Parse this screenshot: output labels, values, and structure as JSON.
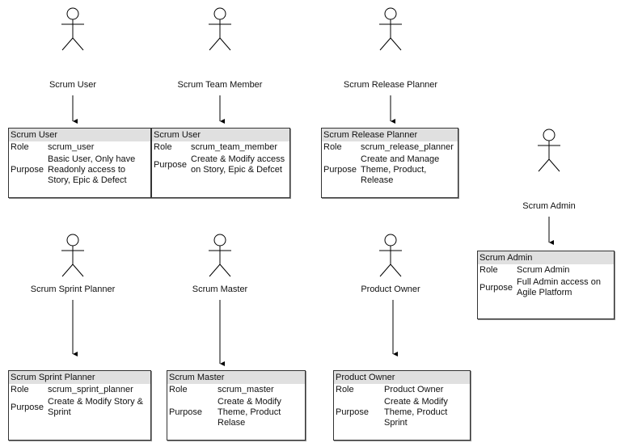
{
  "actors": [
    {
      "label": "Scrum User"
    },
    {
      "label": "Scrum Team Member"
    },
    {
      "label": "Scrum Release Planner"
    },
    {
      "label": "Scrum Admin"
    },
    {
      "label": "Scrum Sprint Planner"
    },
    {
      "label": "Scrum Master"
    },
    {
      "label": "Product Owner"
    }
  ],
  "cards": [
    {
      "title": "Scrum User",
      "role_key": "Role",
      "role": "scrum_user",
      "purpose_key": "Purpose",
      "purpose": "Basic User, Only have Readonly access to Story, Epic & Defect"
    },
    {
      "title": "Scrum User",
      "role_key": "Role",
      "role": "scrum_team_member",
      "purpose_key": "Purpose",
      "purpose": "Create & Modify access on Story, Epic & Defcet"
    },
    {
      "title": "Scrum Release Planner",
      "role_key": "Role",
      "role": "scrum_release_planner",
      "purpose_key": "Purpose",
      "purpose": "Create and Manage Theme, Product, Release"
    },
    {
      "title": "Scrum Admin",
      "role_key": "Role",
      "role": "Scrum Admin",
      "purpose_key": "Purpose",
      "purpose": "Full Admin access on Agile Platform"
    },
    {
      "title": "Scrum Sprint Planner",
      "role_key": "Role",
      "role": "scrum_sprint_planner",
      "purpose_key": "Purpose",
      "purpose": "Create & Modify Story & Sprint"
    },
    {
      "title": "Scrum Master",
      "role_key": "Role",
      "role": "scrum_master",
      "purpose_key": "Purpose",
      "purpose": "Create & Modify Theme, Product Relase"
    },
    {
      "title": "Product Owner",
      "role_key": "Role",
      "role": "Product Owner",
      "purpose_key": "Purpose",
      "purpose": "Create & Modify Theme, Product Sprint"
    }
  ]
}
